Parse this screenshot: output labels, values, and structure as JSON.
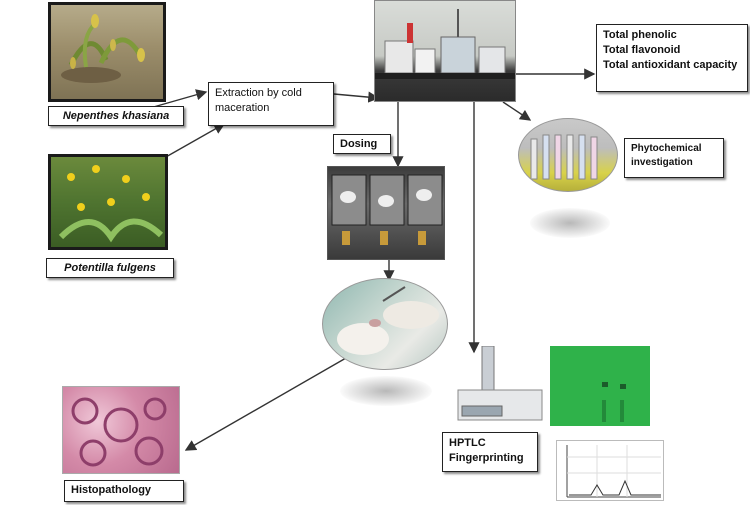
{
  "plants": {
    "plant1_label": "Nepenthes khasiana",
    "plant2_label": "Potentilla fulgens"
  },
  "steps": {
    "extraction": "Extraction by cold maceration",
    "dosing": "Dosing",
    "phytochemical": "Phytochemical investigation",
    "hptlc": "HPTLC Fingerprinting",
    "histopathology": "Histopathology"
  },
  "assays": [
    "Total phenolic",
    "Total flavonoid",
    "Total antioxidant capacity"
  ],
  "colors": {
    "line": "#333333",
    "soil": "#8a7a5a",
    "leaf": "#4d7a2e",
    "flower": "#e8c21a",
    "tlc_green": "#2fb24a",
    "tissue_pink": "#d48aa8"
  }
}
